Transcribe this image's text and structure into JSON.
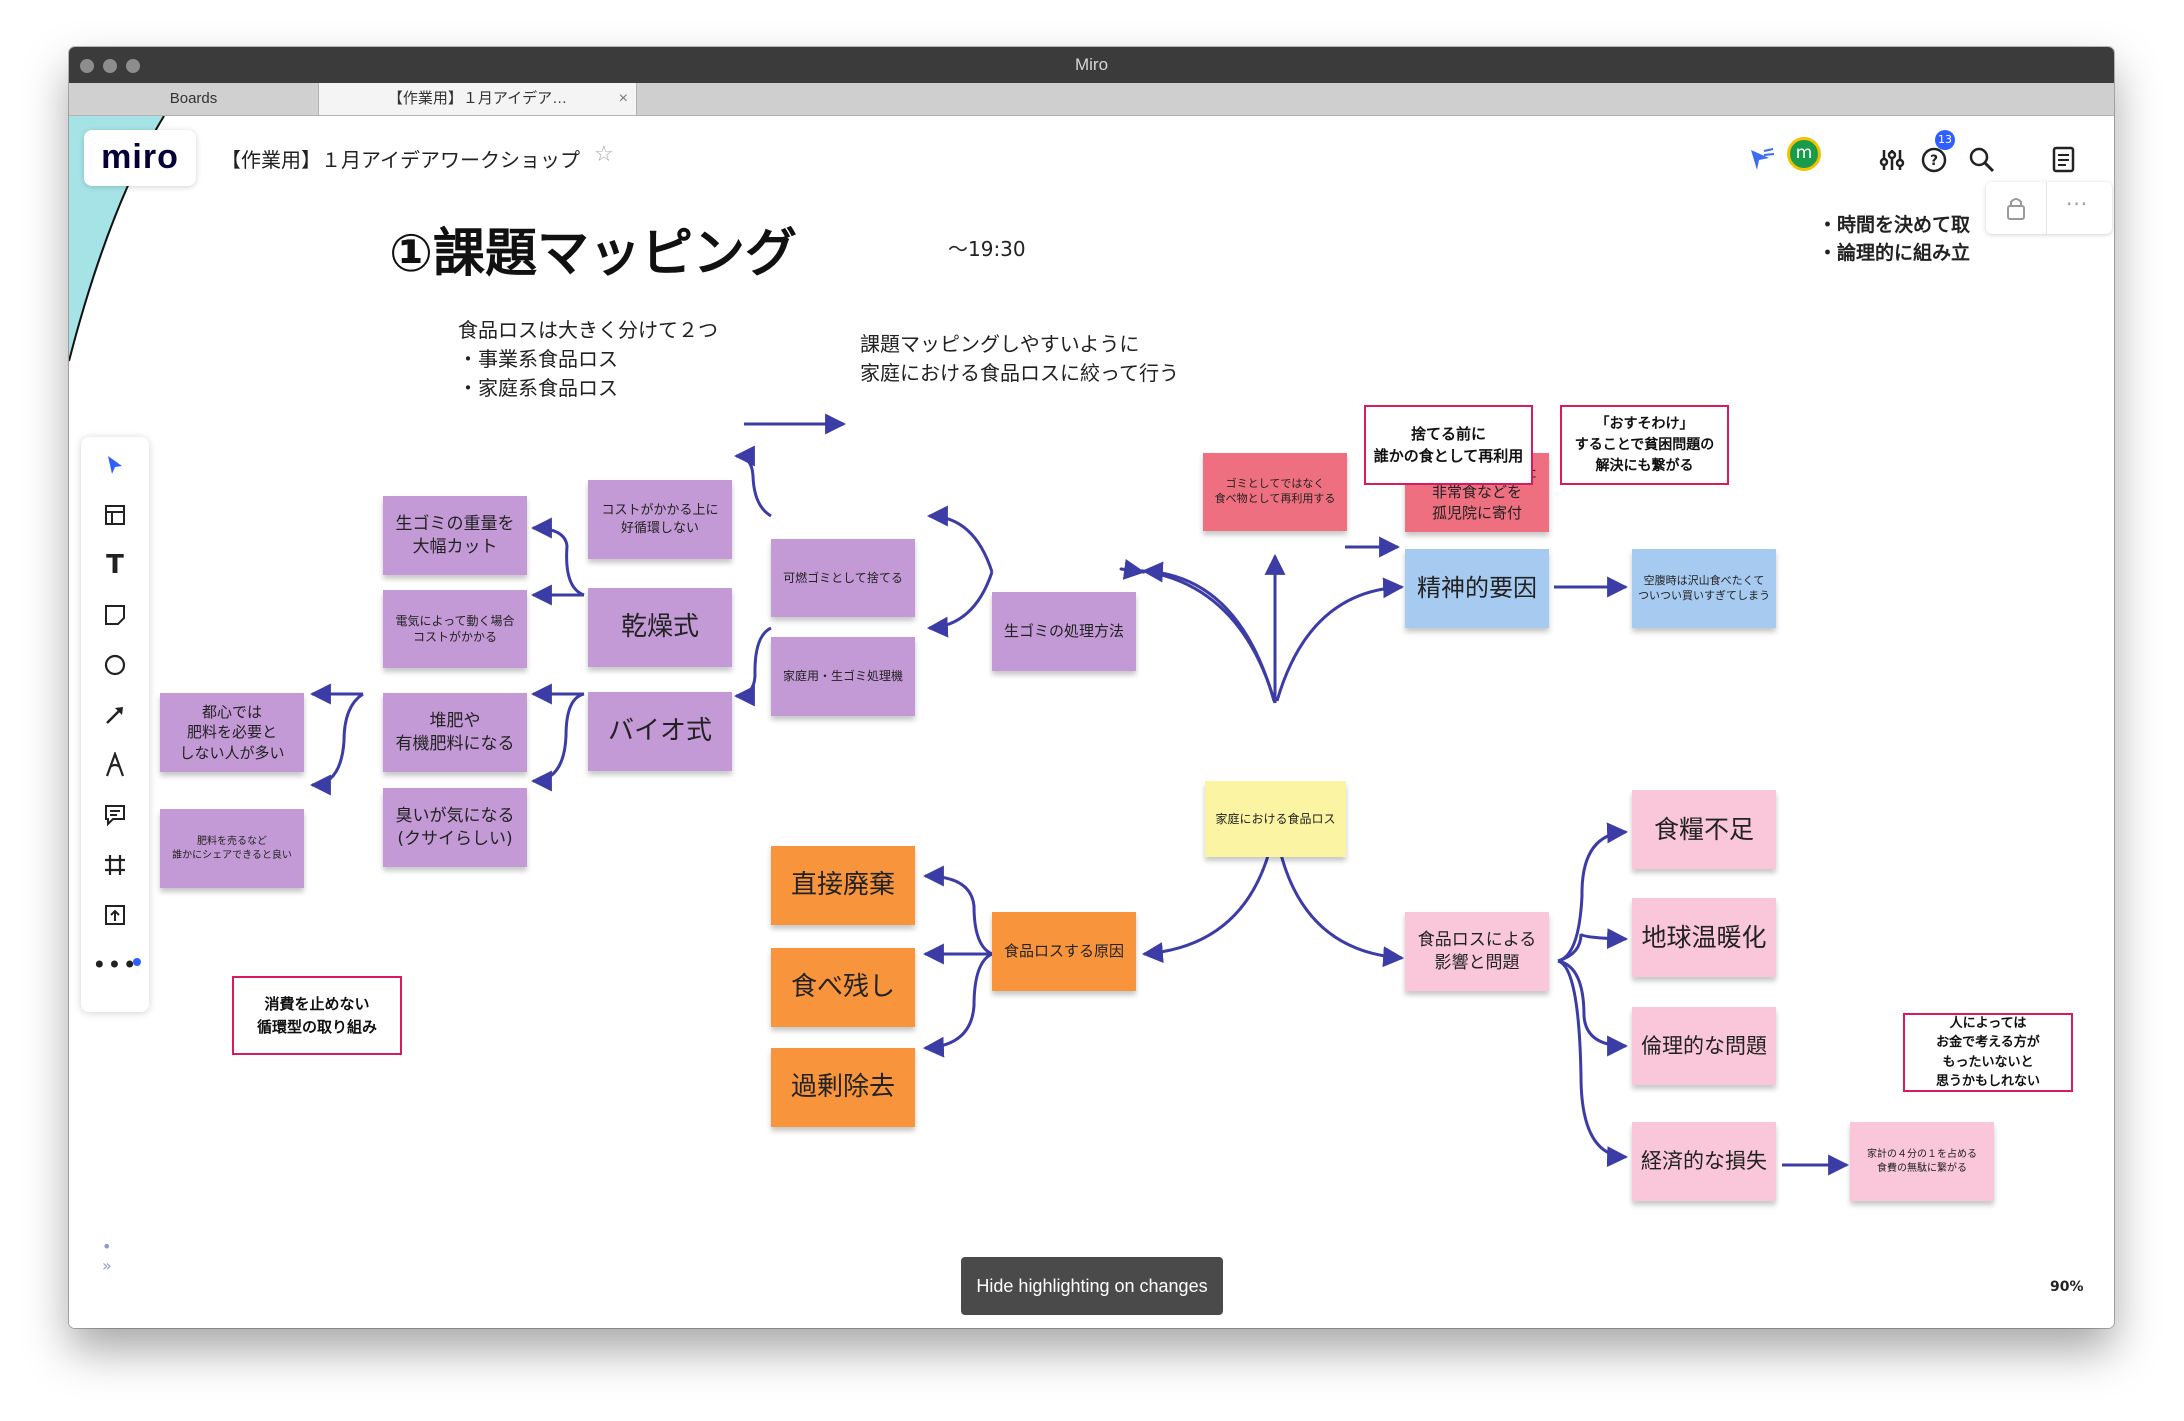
{
  "window": {
    "title": "Miro"
  },
  "tabs": [
    {
      "label": "Boards"
    },
    {
      "label": "【作業用】１月アイデア…"
    }
  ],
  "app": {
    "logo": "miro",
    "board_title": "【作業用】１月アイデアワークショップ",
    "user_initial": "m",
    "notification_count": "13",
    "zoom_level": "90%",
    "hide_highlight_label": "Hide highlighting on changes"
  },
  "icons": [
    "star-icon",
    "reactions-icon",
    "settings-sliders-icon",
    "help-icon",
    "search-icon",
    "notes-icon",
    "lock-icon",
    "more-icon",
    "select-icon",
    "template-icon",
    "text-icon",
    "sticky-icon",
    "shape-icon",
    "pen-icon",
    "line-icon",
    "comment-icon",
    "frame-icon",
    "upload-icon",
    "more-tools-icon",
    "expand-icon"
  ],
  "board": {
    "heading": "①課題マッピング",
    "time": "～19:30",
    "top_right_notes": [
      "・時間を決めて取",
      "・論理的に組み立"
    ],
    "intro_left": "食品ロスは大きく分けて２つ\n・事業系食品ロス\n・家庭系食品ロス",
    "intro_right": "課題マッピングしやすいように\n家庭における食品ロスに絞って行う",
    "center": "家庭における食品ロス",
    "stickies": {
      "garbage_method": "生ゴミの処理方法",
      "burnable": "可燃ゴミとして捨てる",
      "home_processor": "家庭用・生ゴミ処理機",
      "cost_not_cycle": "コストがかかる上に\n好循環しない",
      "drying": "乾燥式",
      "bio": "バイオ式",
      "weight_cut": "生ゴミの重量を\n大幅カット",
      "electric_cost": "電気によって動く場合\nコストがかかる",
      "compost": "堆肥や\n有機肥料になる",
      "smell": "臭いが気になる\n(クサイらしい)",
      "city_no_need": "都心では\n肥料を必要と\nしない人が多い",
      "sell_share": "肥料を売るなど\n誰かにシェアできると良い",
      "reuse_food": "ゴミとしてではなく\n食べ物として再利用する",
      "donate": "入れ替えになった\n非常食などを\n孤児院に寄付",
      "mental": "精神的要因",
      "hungry_buy": "空腹時は沢山食べたくて\nついつい買いすぎてしまう",
      "cause": "食品ロスする原因",
      "direct_disposal": "直接廃棄",
      "leftovers": "食べ残し",
      "over_removal": "過剰除去",
      "impact": "食品ロスによる\n影響と問題",
      "food_shortage": "食糧不足",
      "global_warming": "地球温暖化",
      "ethical": "倫理的な問題",
      "economic": "経済的な損失",
      "quarter_budget": "家計の４分の１を占める\n食費の無駄に繋がる"
    },
    "frames": {
      "before_throw": "捨てる前に\n誰かの食として再利用",
      "osusowake": "「おすそわけ」\nすることで貧困問題の\n解決にも繋がる",
      "circular": "消費を止めない\n循環型の取り組み",
      "mottainai": "人によっては\nお金で考える方が\nもったいないと\n思うかもしれない"
    }
  },
  "colors": {
    "purple": "#c39ad6",
    "orange": "#f8953c",
    "red": "#ee6f7f",
    "blue": "#a7caf0",
    "pink": "#f9c7d9",
    "yellow": "#fbf4a2",
    "frame_border": "#d81b60",
    "arrow": "#3c3ca6"
  }
}
